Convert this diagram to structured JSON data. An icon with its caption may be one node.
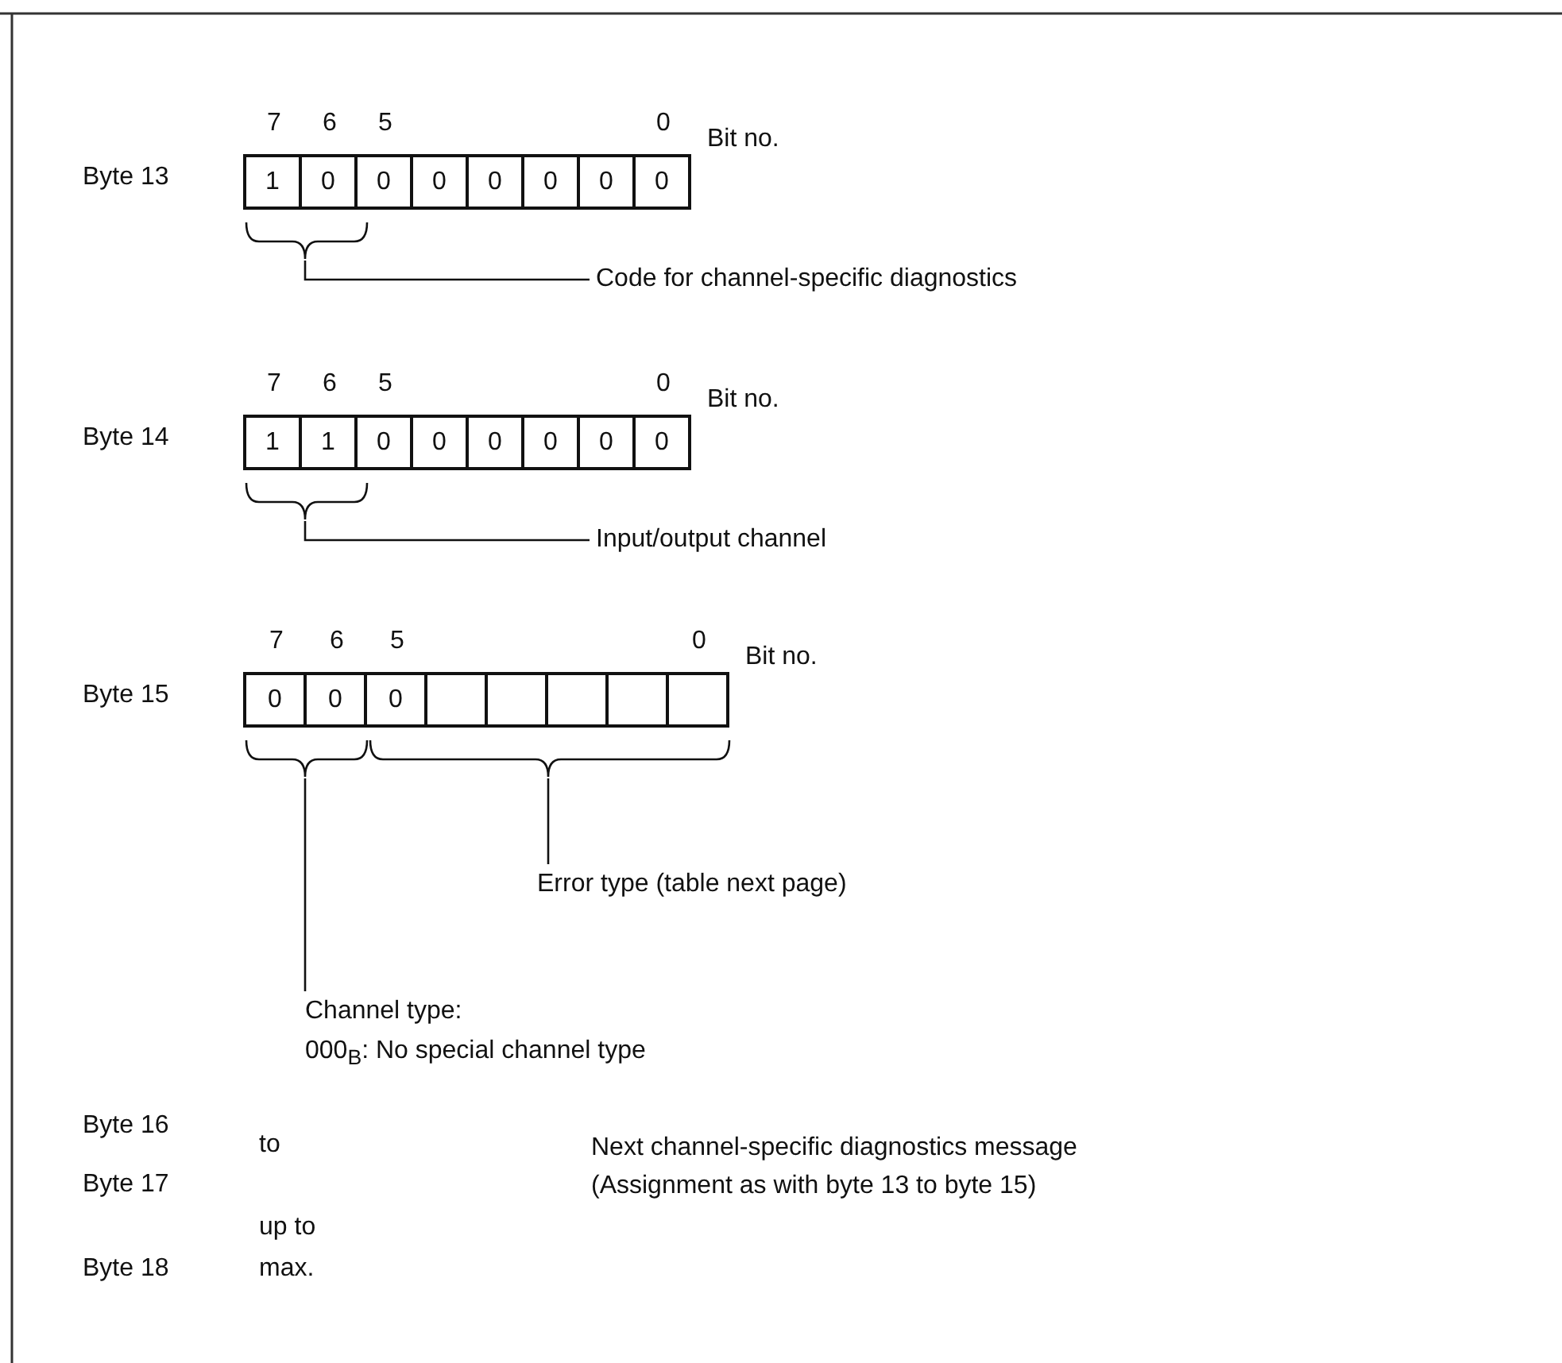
{
  "diagram": {
    "nodes": [
      {
        "text": [
          "1"
        ]
      },
      {
        "text": [
          "0"
        ]
      },
      {
        "text": [
          "0"
        ]
      },
      {
        "text": [
          "0"
        ]
      },
      {
        "text": [
          "0"
        ]
      },
      {
        "text": [
          "0"
        ]
      },
      {
        "text": [
          "0"
        ]
      },
      {
        "text": [
          "0"
        ]
      },
      {
        "text": [],
        "shape": "brace"
      },
      {
        "text": [
          "Code for channel-specific diagnostics"
        ]
      },
      {
        "text": [
          "1"
        ]
      },
      {
        "text": [
          "1"
        ]
      },
      {
        "text": [
          "0"
        ]
      },
      {
        "text": [
          "0"
        ]
      },
      {
        "text": [
          "0"
        ]
      },
      {
        "text": [
          "0"
        ]
      },
      {
        "text": [
          "0"
        ]
      },
      {
        "text": [
          "0"
        ]
      },
      {
        "text": [],
        "shape": "brace"
      },
      {
        "text": [
          "Input/output channel"
        ]
      },
      {
        "text": [
          "0"
        ]
      },
      {
        "text": [
          "0"
        ]
      },
      {
        "text": [
          "0"
        ]
      },
      {
        "text": [],
        "shape": "box"
      },
      {
        "text": [],
        "shape": "box"
      },
      {
        "text": [],
        "shape": "box"
      },
      {
        "text": [],
        "shape": "box"
      },
      {
        "text": [],
        "shape": "box"
      },
      {
        "text": [],
        "shape": "brace"
      },
      {
        "text": [],
        "shape": "brace"
      },
      {
        "text": [
          "Error type (table next page)"
        ]
      },
      {
        "text": [
          "Channel type:",
          "000$_{B}$: No special channel type"
        ]
      }
    ],
    "edges": [
      {
        "from": 9,
        "to": 8,
        "arrow": "none"
      },
      {
        "from": 19,
        "to": 18,
        "arrow": "none"
      },
      {
        "from": 30,
        "to": 29,
        "arrow": "none"
      },
      {
        "from": 31,
        "to": 28,
        "arrow": "none"
      }
    ],
    "labels": [
      "7",
      "6",
      "5",
      "0",
      "Bit no.",
      "Byte 13",
      "7",
      "6",
      "5",
      "0",
      "Bit no.",
      "Byte 14",
      "7",
      "6",
      "5",
      "0",
      "Bit no.",
      "Byte 15",
      "Byte 16",
      "to",
      "Next channel-specific diagnostics message (Assignment as with byte 13 to byte 15)",
      "Byte 17",
      "up to",
      "Byte 18",
      "max."
    ]
  }
}
